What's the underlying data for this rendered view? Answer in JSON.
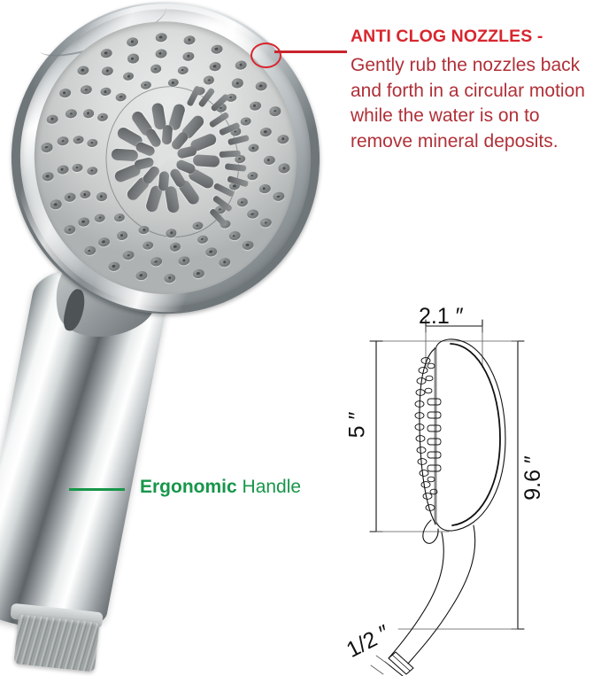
{
  "callout_nozzles": {
    "title": "ANTI CLOG NOZZLES -",
    "body": "Gently rub the nozzles back and forth in a circular motion while the water is on to remove mineral deposits.",
    "title_color": "#D8262E",
    "body_color": "#B03038",
    "marker": "red-circle-highlight"
  },
  "callout_handle": {
    "label_bold": "Ergonomic",
    "label_rest": " Handle",
    "color": "#17964A"
  },
  "dimensions": {
    "width_face": "2.1 ″",
    "height_face": "5 ″",
    "height_total": "9.6 ″",
    "inlet_thread": "1/2 ″"
  },
  "product": {
    "photo_alt": "handheld-shower-head",
    "drawing_alt": "shower-head-side-profile-technical-drawing"
  }
}
